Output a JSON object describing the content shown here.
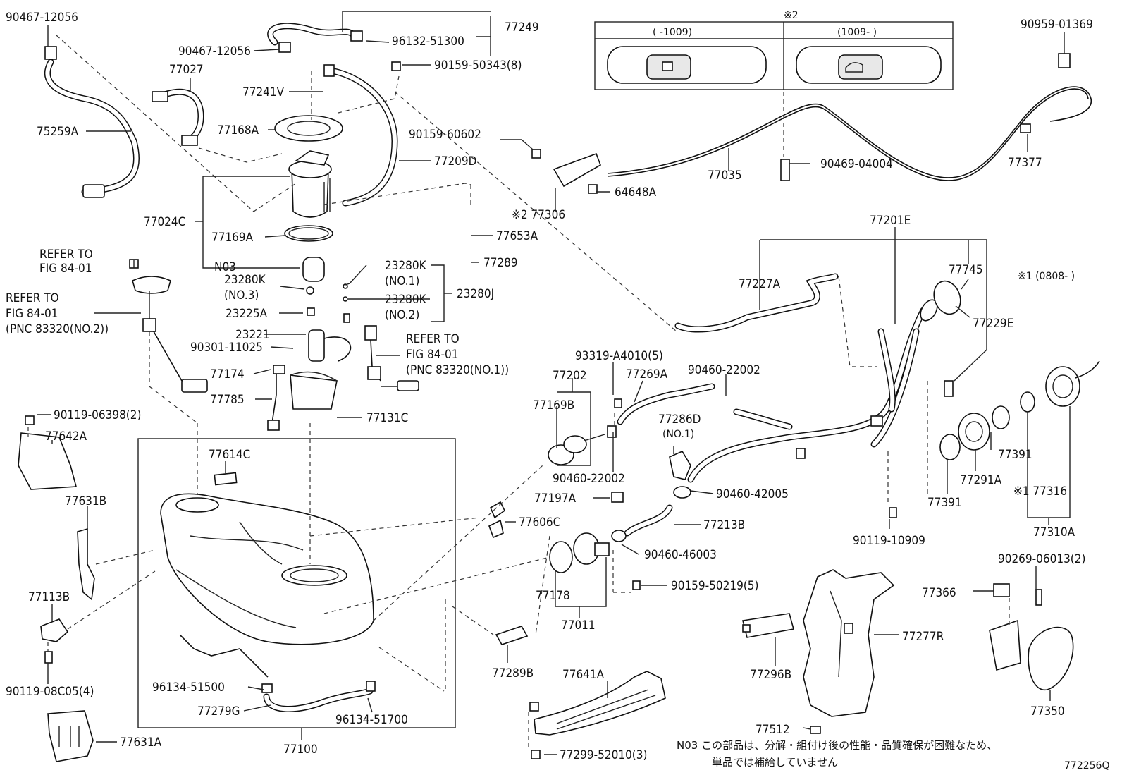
{
  "labels": {
    "p_90467_12056_a": "90467-12056",
    "p_90467_12056_b": "90467-12056",
    "p_96132_51300": "96132-51300",
    "p_77249": "77249",
    "p_77027": "77027",
    "p_90159_50343": "90159-50343(8)",
    "p_77241V": "77241V",
    "p_75259A": "75259A",
    "p_77168A": "77168A",
    "p_77209D": "77209D",
    "p_90159_60602": "90159-60602",
    "p_77024C": "77024C",
    "p_77169A": "77169A",
    "p_77653A": "77653A",
    "p_77306": "※2 77306",
    "p_64648A": "64648A",
    "p_77035": "77035",
    "p_90469_04004": "90469-04004",
    "p_77377": "77377",
    "p_90959_01369": "90959-01369",
    "p_refer1_a": "REFER TO",
    "p_refer1_b": "FIG 84-01",
    "p_N03": "N03",
    "p_77289": "77289",
    "p_23280K_1": "23280K",
    "p_23280K_1n": "(NO.1)",
    "p_23280K_3": "23280K",
    "p_23280K_3n": "(NO.3)",
    "p_23280K_2": "23280K",
    "p_23280K_2n": "(NO.2)",
    "p_23280J": "23280J",
    "p_refer2_a": "REFER TO",
    "p_refer2_b": "FIG 84-01",
    "p_refer2_c": "(PNC 83320(NO.2))",
    "p_23225A": "23225A",
    "p_23221": "23221",
    "p_90301_11025": "90301-11025",
    "p_refer3_a": "REFER TO",
    "p_refer3_b": "FIG 84-01",
    "p_refer3_c": "(PNC 83320(NO.1))",
    "p_77174": "77174",
    "p_77785": "77785",
    "p_77131C": "77131C",
    "p_90119_06398": "90119-06398(2)",
    "p_77642A": "77642A",
    "p_77614C": "77614C",
    "p_77631B": "77631B",
    "p_77113B": "77113B",
    "p_90119_08C05": "90119-08C05(4)",
    "p_77631A": "77631A",
    "p_77100": "77100",
    "p_96134_51500": "96134-51500",
    "p_77279G": "77279G",
    "p_96134_51700": "96134-51700",
    "p_77201E": "77201E",
    "p_77227A": "77227A",
    "p_77745": "77745",
    "p_note1": "※1 (0808-   )",
    "p_77229E": "77229E",
    "p_93319_A4010": "93319-A4010(5)",
    "p_77202": "77202",
    "p_77269A": "77269A",
    "p_90460_22002_a": "90460-22002",
    "p_77169B": "77169B",
    "p_77286D": "77286D",
    "p_77286D_n": "(NO.1)",
    "p_90460_22002_b": "90460-22002",
    "p_77197A": "77197A",
    "p_90460_42005": "90460-42005",
    "p_77606C": "77606C",
    "p_77213B": "77213B",
    "p_90460_46003": "90460-46003",
    "p_77178": "77178",
    "p_90159_50219": "90159-50219(5)",
    "p_77011": "77011",
    "p_77289B": "77289B",
    "p_77641A": "77641A",
    "p_77299_52010": "77299-52010(3)",
    "p_77391_a": "77391",
    "p_77291A": "77291A",
    "p_77391_b": "77391",
    "p_77316": "※1 77316",
    "p_77310A": "77310A",
    "p_90119_10909": "90119-10909",
    "p_90269_06013": "90269-06013(2)",
    "p_77366": "77366",
    "p_77277R": "77277R",
    "p_77296B": "77296B",
    "p_77350": "77350",
    "p_77512": "77512",
    "note_line1": "N03 この部品は、分解・組付け後の性能・品質確保が困難なため、",
    "note_line2": "単品では補給していません",
    "fig_id": "772256Q",
    "box_title": "※2",
    "box_left": "(   -1009)",
    "box_right": "(1009-   )"
  }
}
